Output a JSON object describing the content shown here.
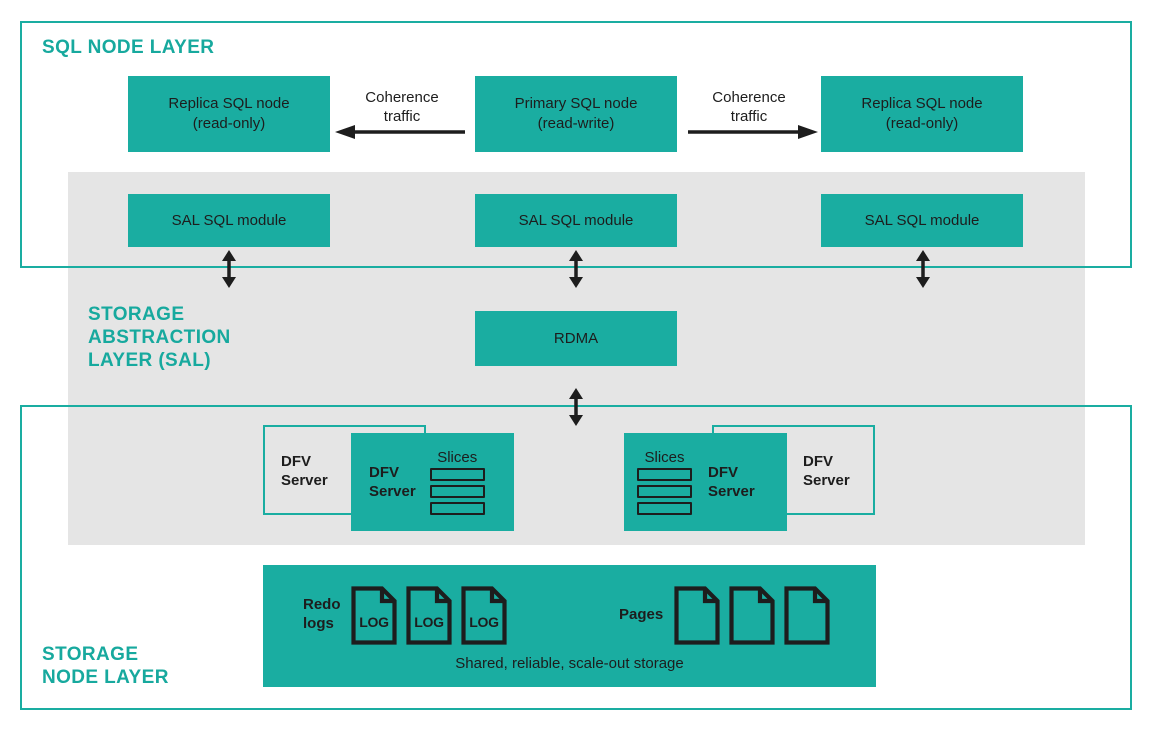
{
  "layers": {
    "sql": {
      "title": "SQL NODE LAYER"
    },
    "sal": {
      "title": "STORAGE\nABSTRACTION\nLAYER (SAL)"
    },
    "storage": {
      "title": "STORAGE\nNODE LAYER"
    }
  },
  "sql_nodes": [
    {
      "label": "Replica SQL node\n(read-only)"
    },
    {
      "label": "Primary SQL node\n(read-write)"
    },
    {
      "label": "Replica SQL node\n(read-only)"
    }
  ],
  "sal_modules": [
    {
      "label": "SAL SQL module"
    },
    {
      "label": "SAL SQL module"
    },
    {
      "label": "SAL SQL module"
    }
  ],
  "coherence": [
    {
      "label": "Coherence\ntraffic",
      "direction": "left"
    },
    {
      "label": "Coherence\ntraffic",
      "direction": "right"
    }
  ],
  "rdma": {
    "label": "RDMA"
  },
  "dfv_groups": [
    {
      "back_label": "DFV\nServer",
      "front_label": "DFV\nServer",
      "slices_caption": "Slices",
      "slice_count": 3,
      "slices_side": "right"
    },
    {
      "back_label": "DFV\nServer",
      "front_label": "DFV\nServer",
      "slices_caption": "Slices",
      "slice_count": 3,
      "slices_side": "left"
    }
  ],
  "storage_panel": {
    "redo_logs_label": "Redo\nlogs",
    "pages_label": "Pages",
    "log_docs": [
      {
        "text": "LOG"
      },
      {
        "text": "LOG"
      },
      {
        "text": "LOG"
      }
    ],
    "page_docs": [
      {
        "text": ""
      },
      {
        "text": ""
      },
      {
        "text": ""
      }
    ],
    "subcaption": "Shared, reliable, scale-out storage"
  },
  "colors": {
    "teal": "#1aada1",
    "teal_text": "#17a99e",
    "band_gray": "#e5e5e5",
    "ink": "#1d1d1d",
    "white": "#ffffff"
  }
}
